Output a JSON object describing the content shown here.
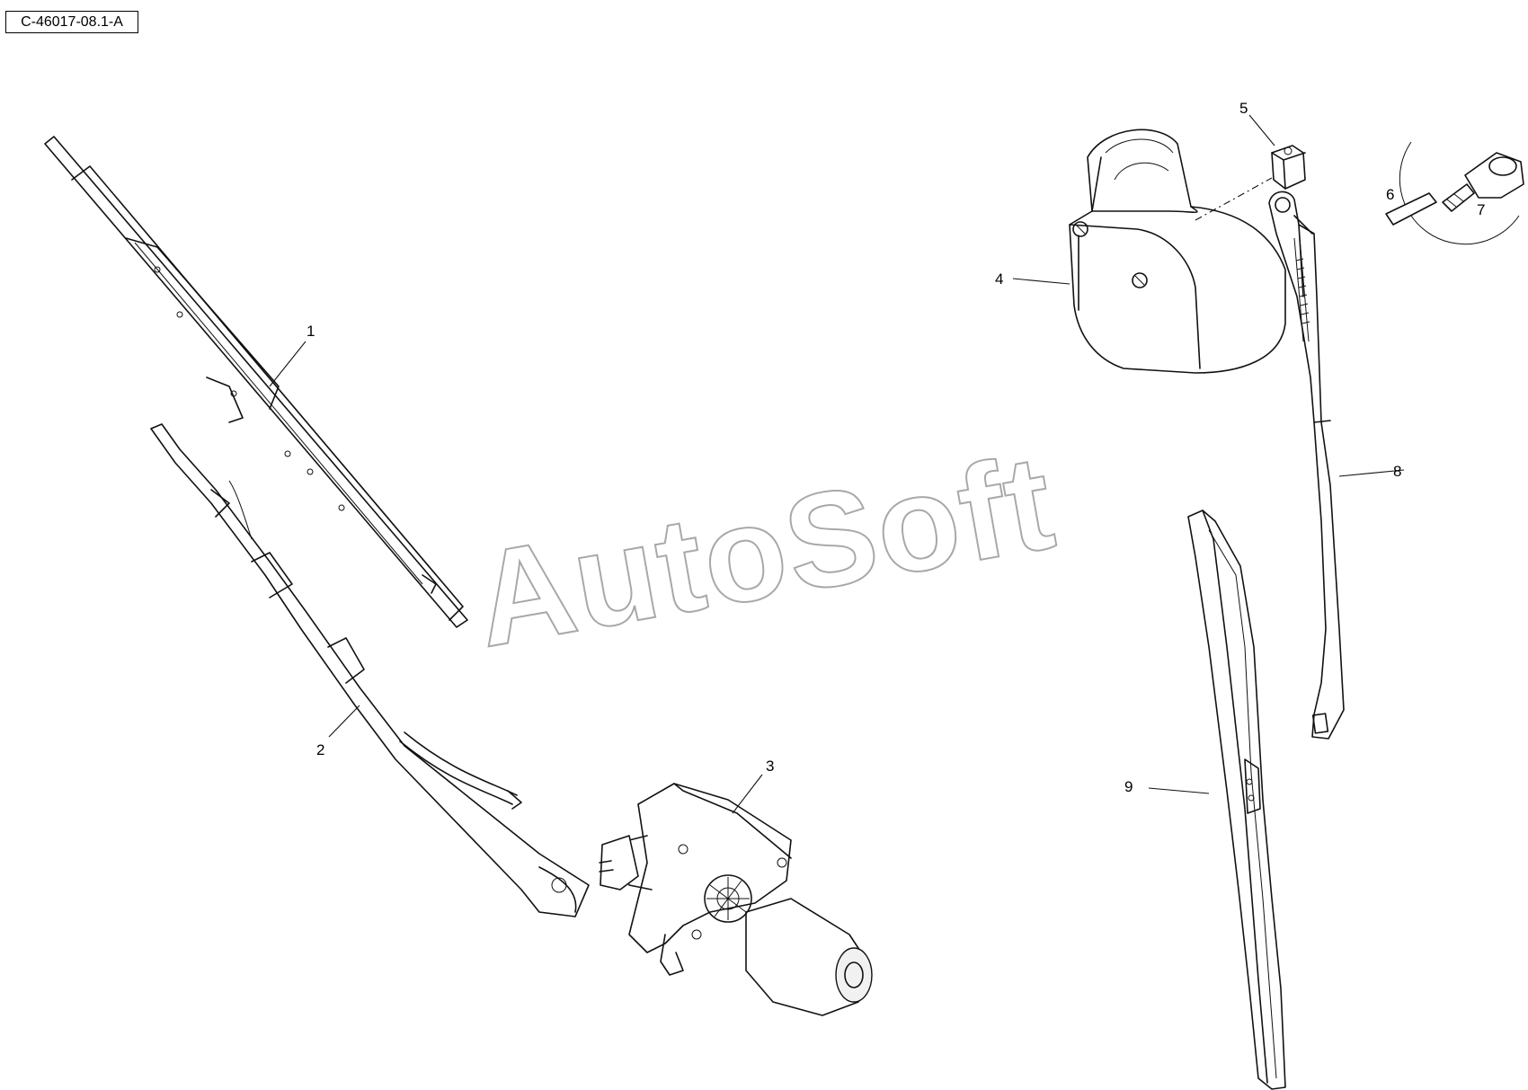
{
  "reference": "C-46017-08.1-A",
  "watermark": "AutoSoft",
  "callouts": [
    {
      "id": "1",
      "label": "1"
    },
    {
      "id": "2",
      "label": "2"
    },
    {
      "id": "3",
      "label": "3"
    },
    {
      "id": "4",
      "label": "4"
    },
    {
      "id": "5",
      "label": "5"
    },
    {
      "id": "6",
      "label": "6"
    },
    {
      "id": "7",
      "label": "7"
    },
    {
      "id": "8",
      "label": "8"
    },
    {
      "id": "9",
      "label": "9"
    }
  ]
}
